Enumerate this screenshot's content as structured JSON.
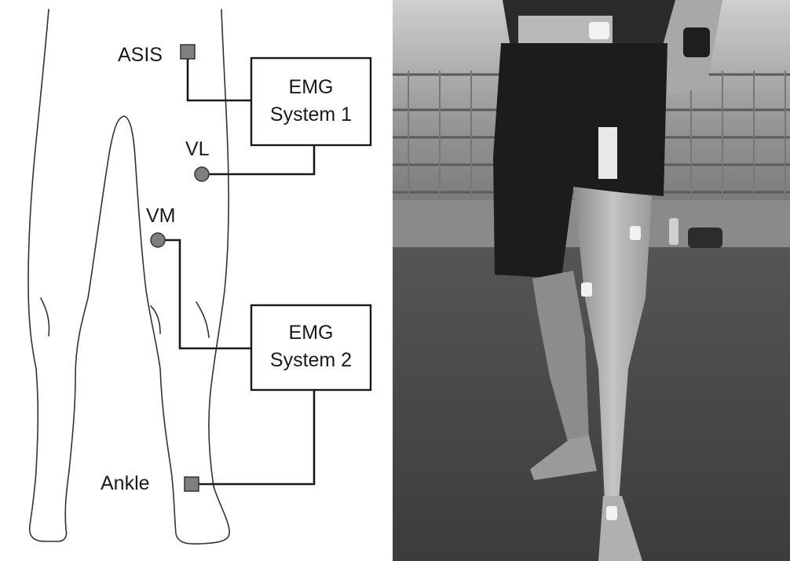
{
  "diagram": {
    "labels": {
      "asis": "ASIS",
      "vl": "VL",
      "vm": "VM",
      "ankle": "Ankle"
    },
    "systems": [
      {
        "line1": "EMG",
        "line2": "System 1"
      },
      {
        "line1": "EMG",
        "line2": "System 2"
      }
    ]
  },
  "colors": {
    "electrode_fill": "#7f7f7f",
    "outline": "#1a1a1a",
    "background": "#ffffff"
  }
}
